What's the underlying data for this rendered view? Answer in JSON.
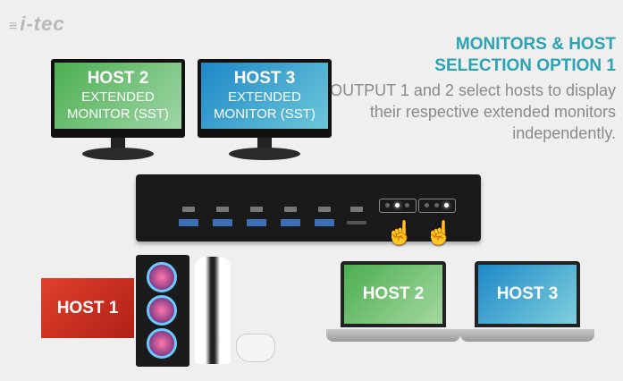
{
  "brand": {
    "logo": "i-tec"
  },
  "heading": {
    "title_line1": "MONITORS & HOST",
    "title_line2": "SELECTION OPTION 1",
    "description": "OUTPUT 1 and 2 select hosts to display their respective extended monitors independently."
  },
  "monitors": [
    {
      "host": "HOST 2",
      "line1": "EXTENDED",
      "line2": "MONITOR (SST)",
      "color": "#5cb85c"
    },
    {
      "host": "HOST 3",
      "line1": "EXTENDED",
      "line2": "MONITOR (SST)",
      "color": "#2d8fcf"
    }
  ],
  "hosts": {
    "host1": "HOST 1",
    "laptop1": "HOST 2",
    "laptop2": "HOST 3"
  },
  "colors": {
    "accent": "#2aa3b3",
    "host1": "#d0341f",
    "host2": "#5cb85c",
    "host3": "#2d8fcf"
  },
  "icons": {
    "hand": "pointing-hand-icon"
  }
}
